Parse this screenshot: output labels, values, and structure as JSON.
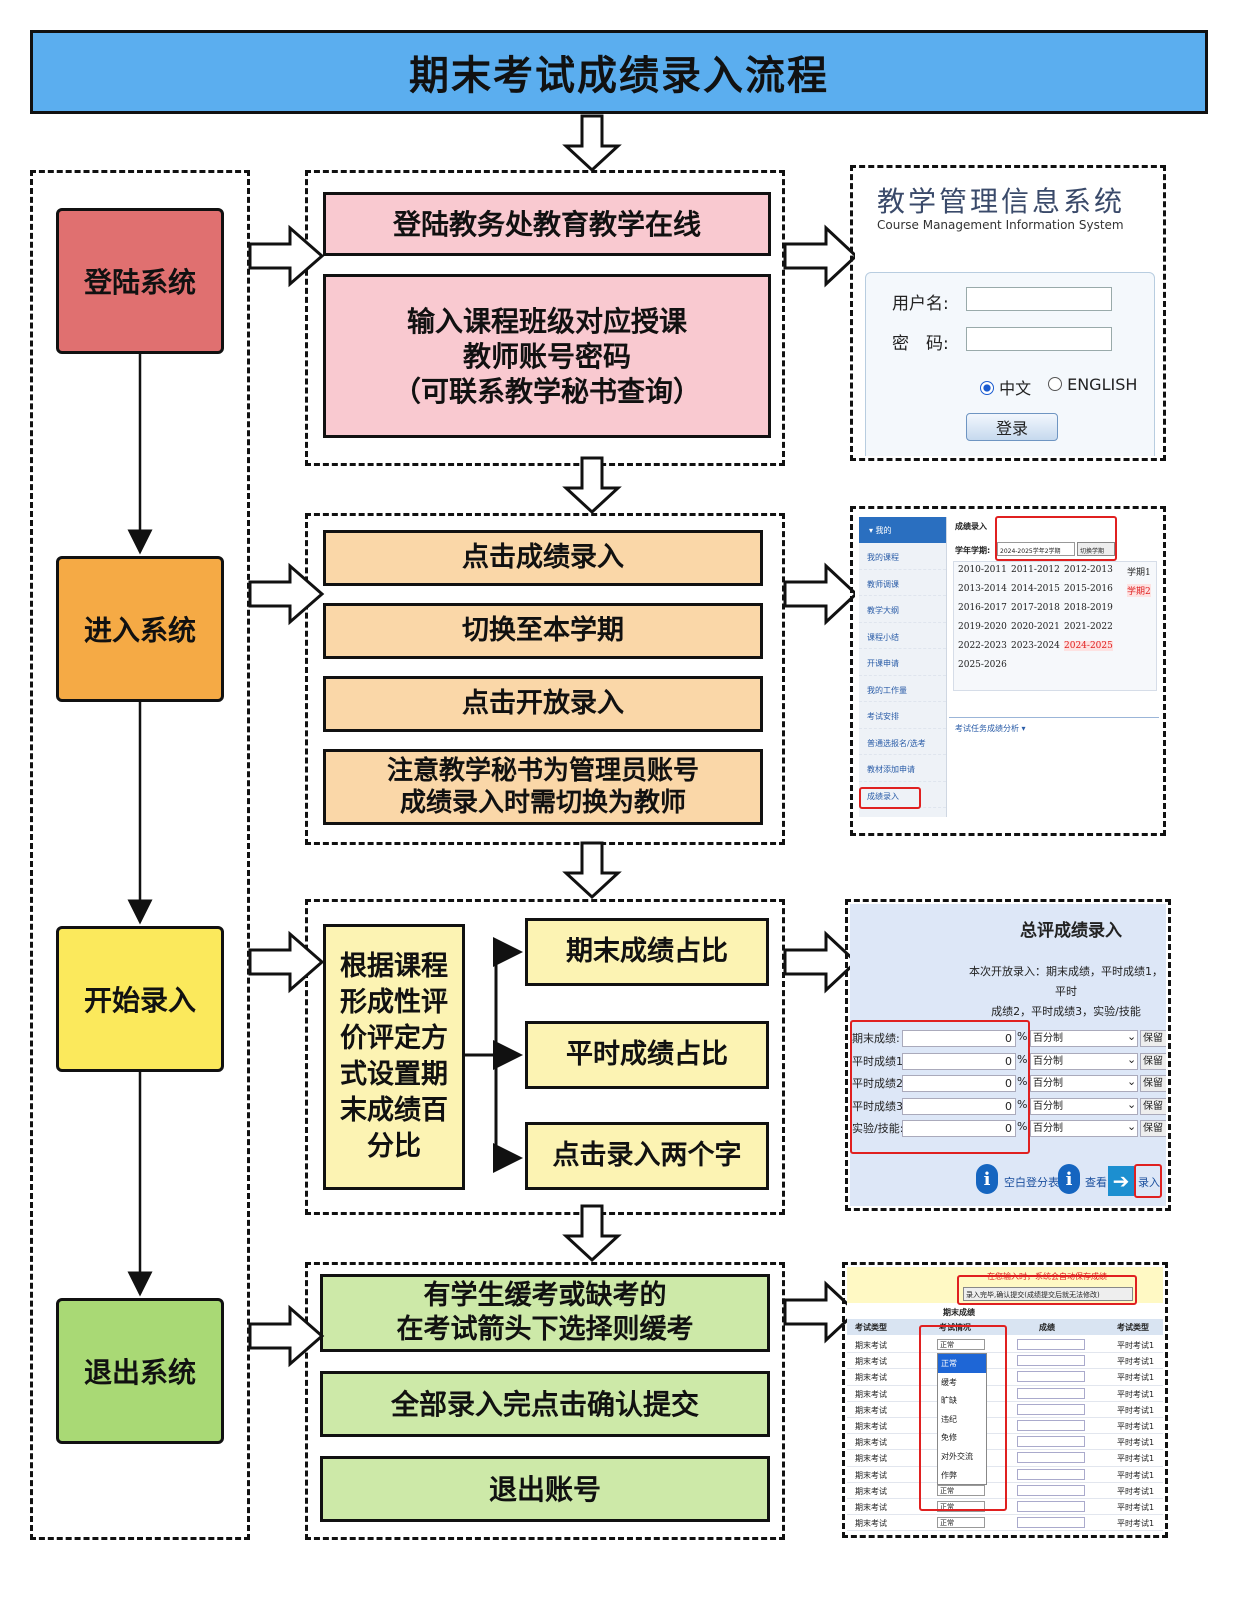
{
  "title": "期末考试成绩录入流程",
  "stages": [
    {
      "label": "登陆系统",
      "color": "#e07070"
    },
    {
      "label": "进入系统",
      "color": "#f5aa45"
    },
    {
      "label": "开始录入",
      "color": "#fbe95c"
    },
    {
      "label": "退出系统",
      "color": "#a9d975"
    }
  ],
  "steps": {
    "login": [
      "登陆教务处教育教学在线",
      "输入课程班级对应授课\n教师账号密码\n（可联系教学秘书查询）"
    ],
    "enter": [
      "点击成绩录入",
      "切换至本学期",
      "点击开放录入",
      "注意教学秘书为管理员账号\n成绩录入时需切换为教师"
    ],
    "start_main": "根据课程\n形成性评\n价评定方\n式设置期\n末成绩百\n分比",
    "start_sub": [
      "期末成绩占比",
      "平时成绩占比",
      "点击录入两个字"
    ],
    "exit": [
      "有学生缓考或缺考的\n在考试箭头下选择则缓考",
      "全部录入完点击确认提交",
      "退出账号"
    ]
  },
  "login_panel": {
    "system_title": "教学管理信息系统",
    "system_subtitle": "Course Management Information System",
    "username_label": "用户名:",
    "password_label": "密　码:",
    "lang_zh": "中文",
    "lang_en": "ENGLISH",
    "login_button": "登录"
  },
  "system_panel": {
    "sidebar_head": "▾ 我的",
    "sidebar_items": [
      "我的课程",
      "教师调课",
      "教学大纲",
      "课程小结",
      "开课申请",
      "我的工作量",
      "考试安排",
      "普通选报名/选考",
      "教材添加申请",
      "成绩录入"
    ],
    "page_title": "成绩录入",
    "term_label": "学年学期:",
    "term_value": "2024-2025学年2学期",
    "switch_button": "切换学期",
    "years": [
      "2010-2011",
      "2011-2012",
      "2012-2013",
      "2013-2014",
      "2014-2015",
      "2015-2016",
      "2016-2017",
      "2017-2018",
      "2018-2019",
      "2019-2020",
      "2020-2021",
      "2021-2022",
      "2022-2023",
      "2023-2024",
      "2024-2025",
      "2025-2026"
    ],
    "selected_year": "2024-2025",
    "terms": [
      "学期1",
      "学期2"
    ],
    "selected_term": "学期2",
    "bottom_link": "考试任务成绩分析 ▾"
  },
  "score_panel": {
    "title": "总评成绩录入",
    "desc": "本次开放录入：期末成绩，平时成绩1，平时\n成绩2，平时成绩3，实验/技能",
    "rows": [
      {
        "label": "期末成绩:",
        "value": "0",
        "unit": "%",
        "scheme": "百分制",
        "save": "保留"
      },
      {
        "label": "平时成绩1:",
        "value": "0",
        "unit": "%",
        "scheme": "百分制",
        "save": "保留"
      },
      {
        "label": "平时成绩2:",
        "value": "0",
        "unit": "%",
        "scheme": "百分制",
        "save": "保留"
      },
      {
        "label": "平时成绩3:",
        "value": "0",
        "unit": "%",
        "scheme": "百分制",
        "save": "保留"
      },
      {
        "label": "实验/技能:",
        "value": "0",
        "unit": "%",
        "scheme": "百分制",
        "save": "保留"
      }
    ],
    "btn_blank": "空白登分表",
    "btn_view": "查看",
    "btn_enter": "录入"
  },
  "grade_panel": {
    "notice": "在您输入时，系统会自动保存成绩",
    "confirm": "录入完毕,确认提交(成绩提交后就无法修改)",
    "group_header": "期末成绩",
    "headers": [
      "考试类型",
      "考试情况",
      "成绩",
      "考试类型"
    ],
    "row_type": "期末考试",
    "row_status": "正常",
    "row_type2": "平时考试1",
    "dropdown_options": [
      "正常",
      "缓考",
      "旷缺",
      "违纪",
      "免修",
      "对外交流",
      "作弊"
    ]
  },
  "colors": {
    "title_bg": "#5baeef",
    "pink": "#f9c9d0",
    "orange": "#fad7a8",
    "yellow": "#fcf3b3",
    "green": "#cde9a8",
    "highlight": "#e02020"
  }
}
